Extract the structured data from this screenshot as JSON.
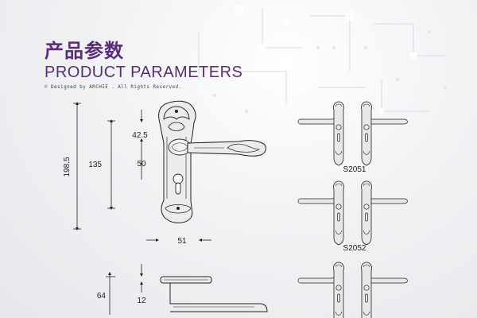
{
  "header": {
    "title_cn": "产品参数",
    "title_en": "PRODUCT PARAMETERS",
    "copyright": "© Designed by ARCHIE . All Rights Reserved."
  },
  "dimensions": {
    "overall_height": "198.5",
    "keyhole_height": "135",
    "top_offset": "42.5",
    "handle_to_key": "50",
    "plate_width": "51",
    "lever_height": "64",
    "plate_thickness": "12"
  },
  "models": [
    "S2051",
    "S2052"
  ],
  "colors": {
    "brand": "#5a2d7a",
    "metal": "#3a3a3a",
    "line": "#222222"
  }
}
